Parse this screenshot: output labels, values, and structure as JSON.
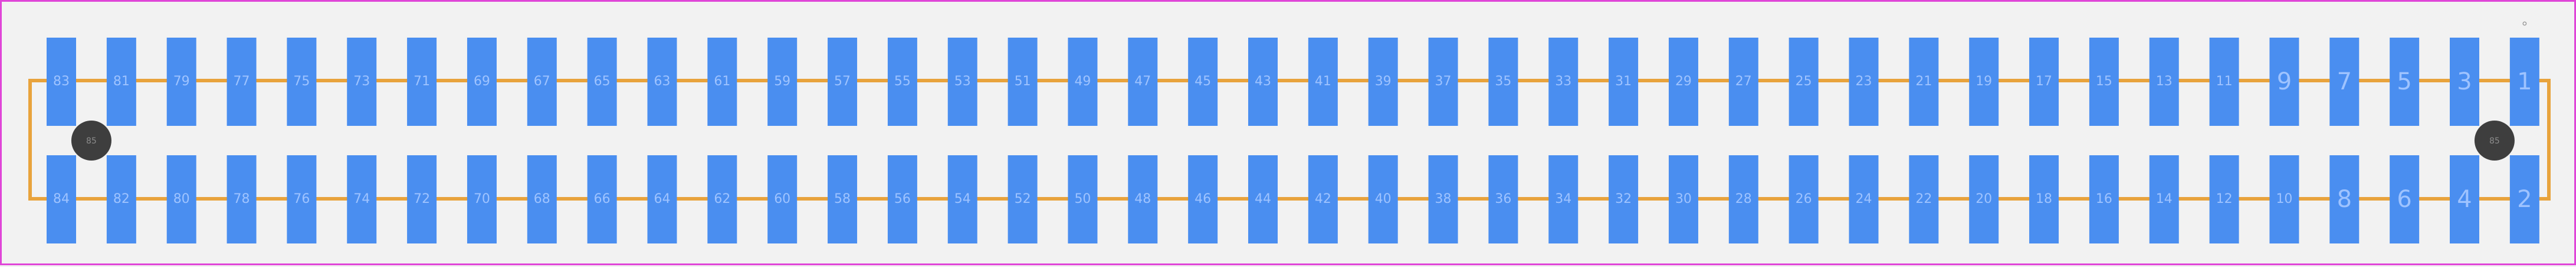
{
  "footprint": {
    "top_row_pins": [
      "83",
      "81",
      "79",
      "77",
      "75",
      "73",
      "71",
      "69",
      "67",
      "65",
      "63",
      "61",
      "59",
      "57",
      "55",
      "53",
      "51",
      "49",
      "47",
      "45",
      "43",
      "41",
      "39",
      "37",
      "35",
      "33",
      "31",
      "29",
      "27",
      "25",
      "23",
      "21",
      "19",
      "17",
      "15",
      "13",
      "11",
      "9",
      "7",
      "5",
      "3",
      "1"
    ],
    "bottom_row_pins": [
      "84",
      "82",
      "80",
      "78",
      "76",
      "74",
      "72",
      "70",
      "68",
      "66",
      "64",
      "62",
      "60",
      "58",
      "56",
      "54",
      "52",
      "50",
      "48",
      "46",
      "44",
      "42",
      "40",
      "38",
      "36",
      "34",
      "32",
      "30",
      "28",
      "26",
      "24",
      "22",
      "20",
      "18",
      "16",
      "14",
      "12",
      "10",
      "8",
      "6",
      "4",
      "2"
    ],
    "mounting_holes": [
      {
        "side": "left",
        "label": "85"
      },
      {
        "side": "right",
        "label": "85"
      }
    ],
    "pin1_marker": "°"
  },
  "colors": {
    "background": "#f2f2f2",
    "pad": "#4a8ef0",
    "pad_label": "#9ec3ff",
    "outline": "#e8a33c",
    "border": "#e046d8",
    "mounting_hole": "#3e3e3e"
  }
}
